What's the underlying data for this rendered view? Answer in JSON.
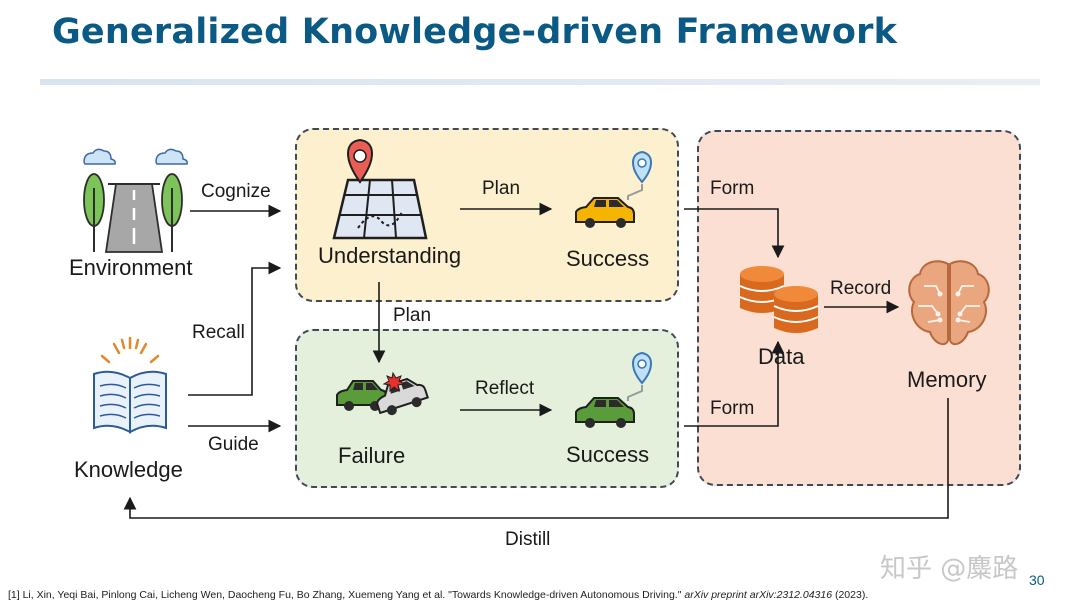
{
  "slide": {
    "title": "Generalized Knowledge-driven Framework",
    "page_number": "30",
    "watermark": "知乎 @麋路"
  },
  "nodes": {
    "environment": "Environment",
    "knowledge": "Knowledge",
    "understanding": "Understanding",
    "success_top": "Success",
    "failure": "Failure",
    "success_bottom": "Success",
    "data": "Data",
    "memory": "Memory"
  },
  "edges": {
    "cognize": "Cognize",
    "recall": "Recall",
    "guide": "Guide",
    "plan_top": "Plan",
    "plan_down": "Plan",
    "reflect": "Reflect",
    "form_top": "Form",
    "form_bottom": "Form",
    "record": "Record",
    "distill": "Distill"
  },
  "reference": {
    "prefix": "[1] Li, Xin, Yeqi Bai, Pinlong Cai, Licheng Wen, Daocheng Fu, Bo Zhang, Xuemeng Yang et al. \"Towards Knowledge-driven Autonomous Driving.\" ",
    "venue": "arXiv preprint arXiv:2312.04316",
    "suffix": " (2023)."
  },
  "colors": {
    "title": "#0b5a85",
    "understanding_panel": "#fcf0cf",
    "failure_panel": "#e4f0dc",
    "memory_panel": "#fbdfd3",
    "car_yellow": "#f5b400",
    "car_green": "#5a9b3a",
    "database": "#d9691f",
    "brain": "#eaa77f"
  },
  "icons": [
    "road-trees-icon",
    "open-book-icon",
    "map-pin-icon",
    "location-pin-icon",
    "car-icon",
    "crash-icon",
    "database-icon",
    "brain-icon"
  ]
}
